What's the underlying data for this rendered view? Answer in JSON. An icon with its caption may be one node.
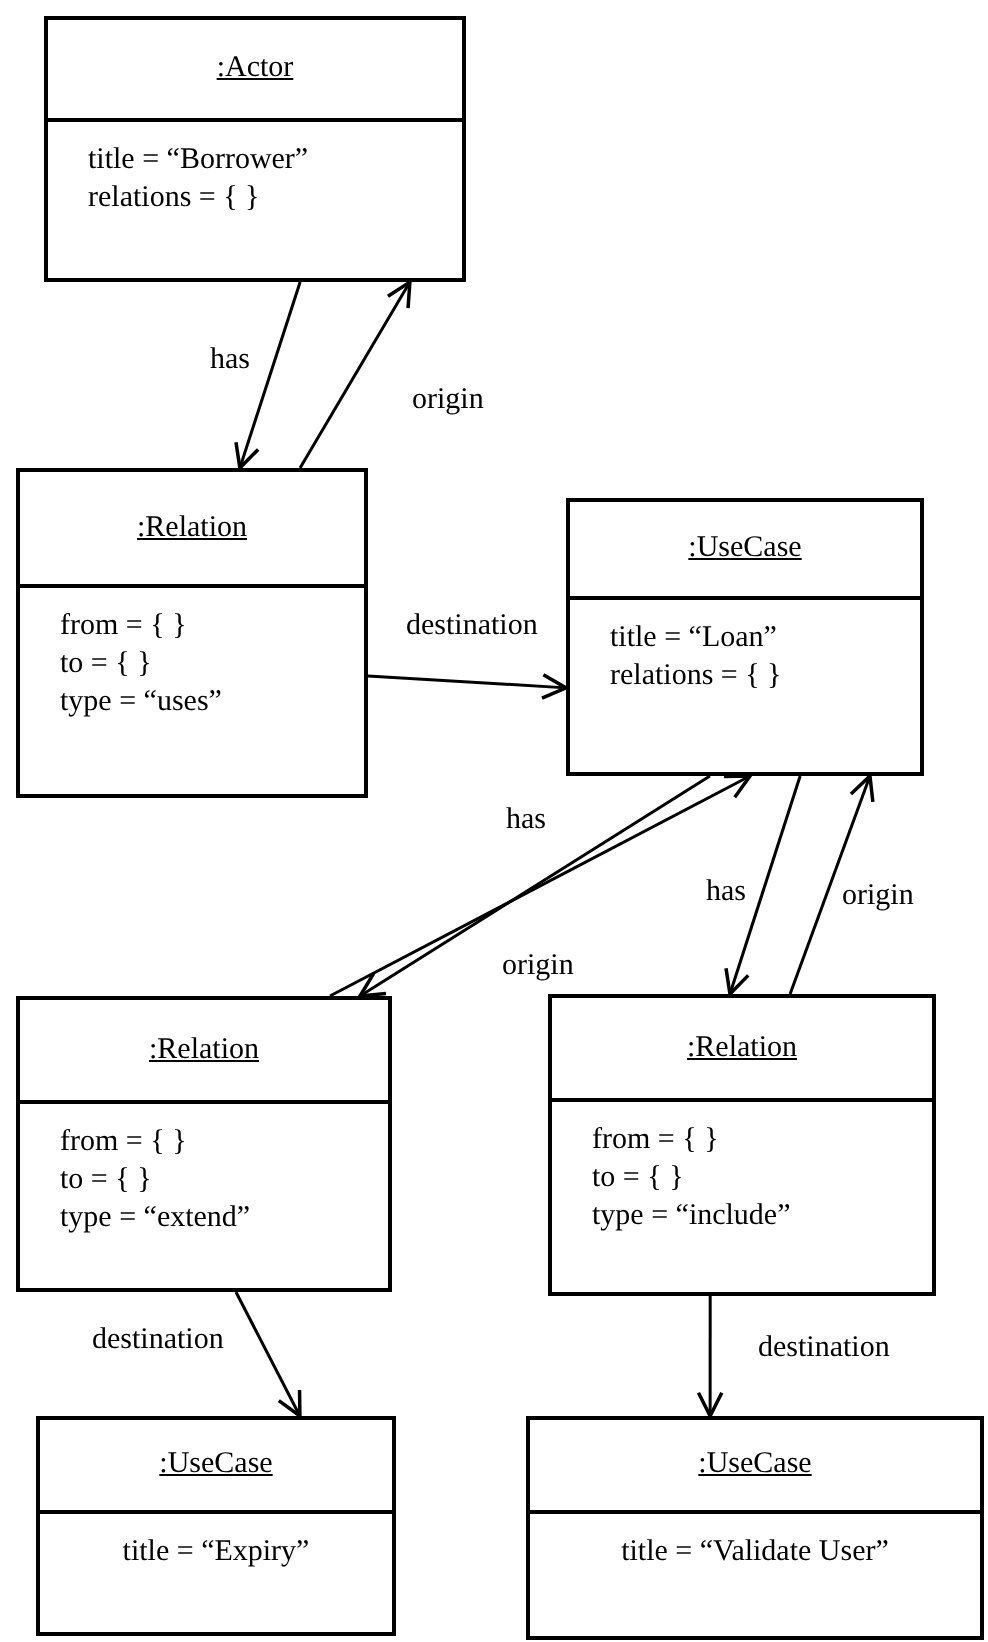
{
  "diagram": {
    "nodes": [
      {
        "text": [
          ":Actor",
          "title = “Borrower”",
          "relations = { }"
        ]
      },
      {
        "text": [
          ":Relation",
          "from = { }",
          "to = { }",
          "type = “uses”"
        ]
      },
      {
        "text": [
          ":UseCase",
          "title = “Loan”",
          "relations = { }"
        ]
      },
      {
        "text": [
          ":Relation",
          "from = { }",
          "to = { }",
          "type = “extend”"
        ]
      },
      {
        "text": [
          ":Relation",
          "from = { }",
          "to = { }",
          "type = “include”"
        ]
      },
      {
        "text": [
          ":UseCase",
          "title = “Expiry”"
        ]
      },
      {
        "text": [
          ":UseCase",
          "title = “Validate User”"
        ]
      }
    ],
    "edges": [
      {
        "from": 0,
        "to": 1,
        "label": "has",
        "arrow": "to"
      },
      {
        "from": 1,
        "to": 0,
        "label": "origin",
        "arrow": "to"
      },
      {
        "from": 1,
        "to": 2,
        "label": "destination",
        "arrow": "to"
      },
      {
        "from": 2,
        "to": 3,
        "label": "has",
        "arrow": "to"
      },
      {
        "from": 3,
        "to": 2,
        "label": "origin",
        "arrow": "to"
      },
      {
        "from": 2,
        "to": 4,
        "label": "has",
        "arrow": "to"
      },
      {
        "from": 4,
        "to": 2,
        "label": "origin",
        "arrow": "to"
      },
      {
        "from": 3,
        "to": 5,
        "label": "destination",
        "arrow": "to"
      },
      {
        "from": 4,
        "to": 6,
        "label": "destination",
        "arrow": "to"
      }
    ]
  }
}
